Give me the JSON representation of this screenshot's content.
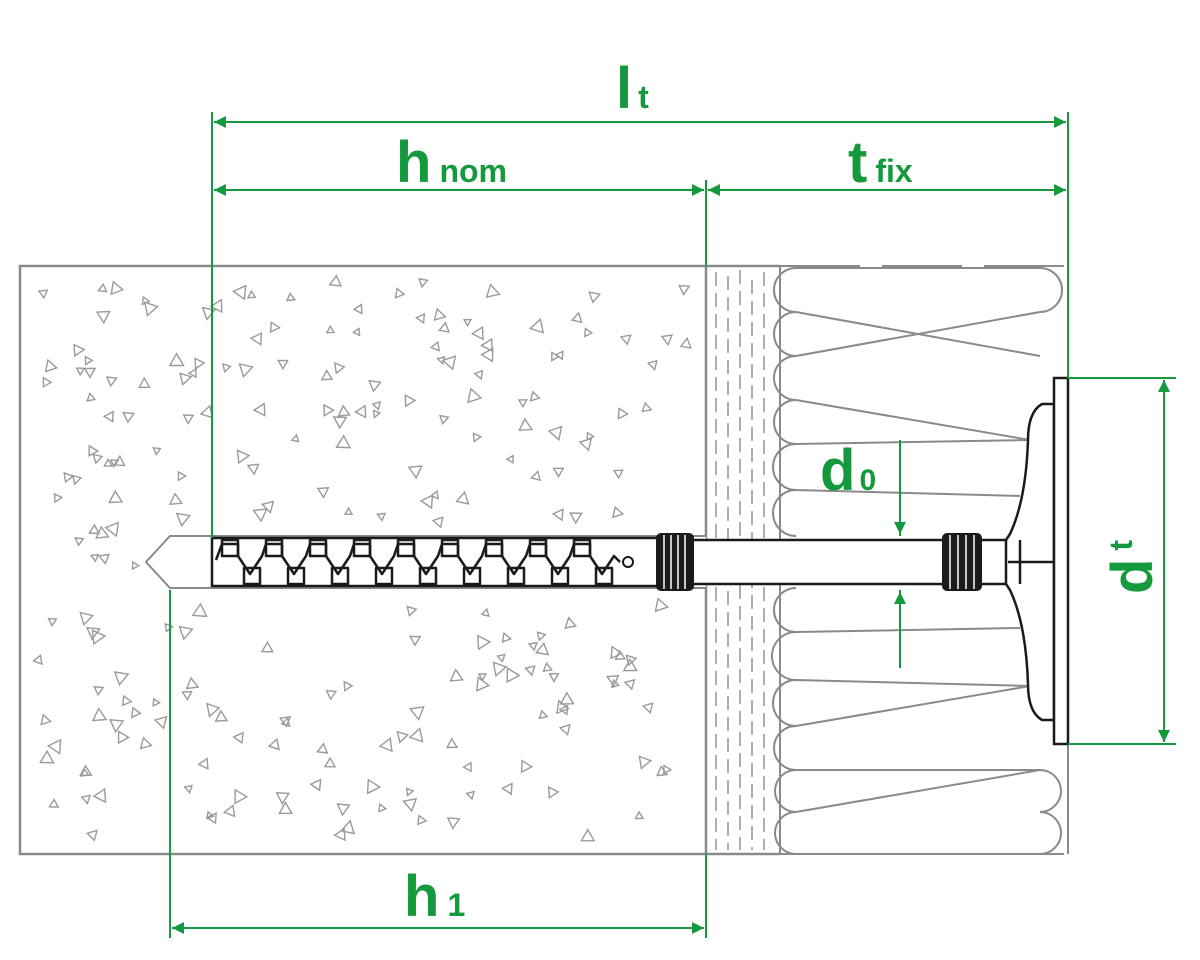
{
  "colors": {
    "dimension": "#149a3c",
    "outline": "#8a8a8a",
    "anchor": "#1a1a1a",
    "background": "#ffffff"
  },
  "labels": {
    "lt": {
      "main": "l",
      "sub": "t"
    },
    "hnom": {
      "main": "h",
      "sub": "nom"
    },
    "tfix": {
      "main": "t",
      "sub": "fix"
    },
    "d0": {
      "main": "d",
      "sub": "0"
    },
    "dt": {
      "main": "d",
      "sub": "t"
    },
    "h1": {
      "main": "h",
      "sub": "1"
    }
  }
}
